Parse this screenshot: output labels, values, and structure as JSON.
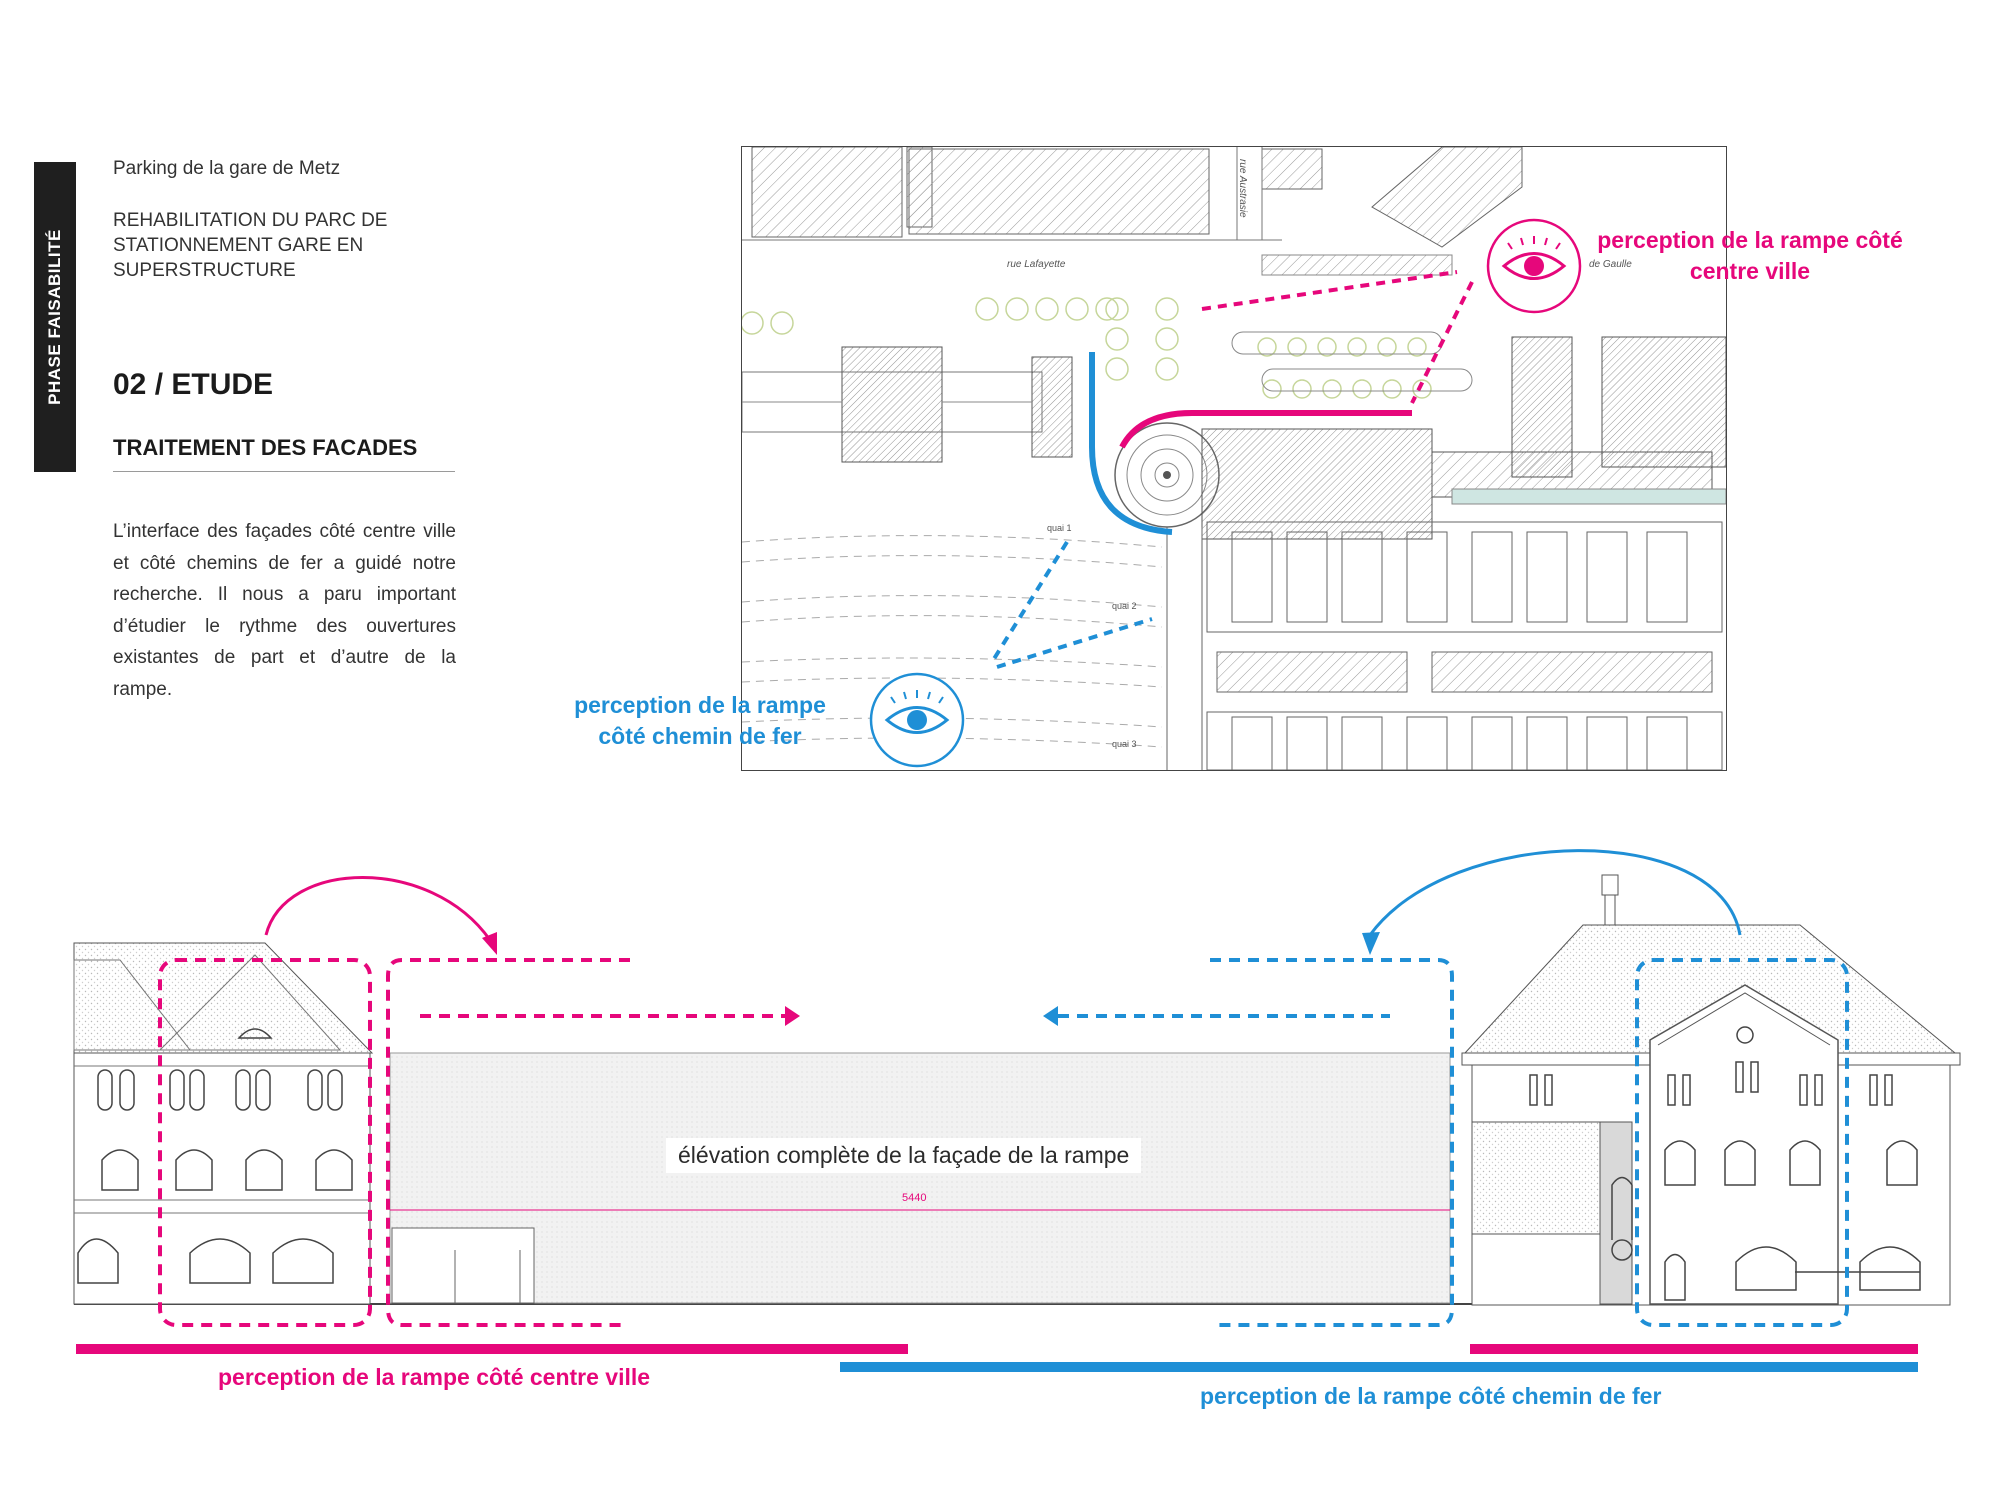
{
  "sidebar": {
    "phase": "PHASE FAISABILITÉ"
  },
  "header": {
    "project": "Parking de la gare de Metz",
    "subtitle": "REHABILITATION DU PARC DE STATIONNEMENT GARE EN SUPERSTRUCTURE"
  },
  "section": {
    "number": "02 / ETUDE",
    "title": "TRAITEMENT DES FACADES",
    "body": "L’interface des façades côté centre ville et côté chemins de fer a guidé notre recherche. Il nous a paru important d’étudier le rythme des ouvertures existantes de part et d’autre de la rampe."
  },
  "plan": {
    "streets": {
      "lafayette": "rue Lafayette",
      "austrasie": "rue Austrasie",
      "gaulle": "de Gaulle"
    },
    "quais": [
      "quai 1",
      "quai 2",
      "quai 3"
    ],
    "labels": {
      "city": "perception de la rampe côté centre ville",
      "rail": "perception de la rampe côté chemin de fer"
    }
  },
  "elevation": {
    "center_label": "élévation complète de la façade de la rampe",
    "dimension": "5440"
  },
  "legend": {
    "city": "perception de la rampe côté centre ville",
    "rail": "perception de la rampe côté chemin de fer"
  },
  "colors": {
    "pink": "#e6077b",
    "blue": "#1f8fd6",
    "dark": "#1f1f1f"
  }
}
